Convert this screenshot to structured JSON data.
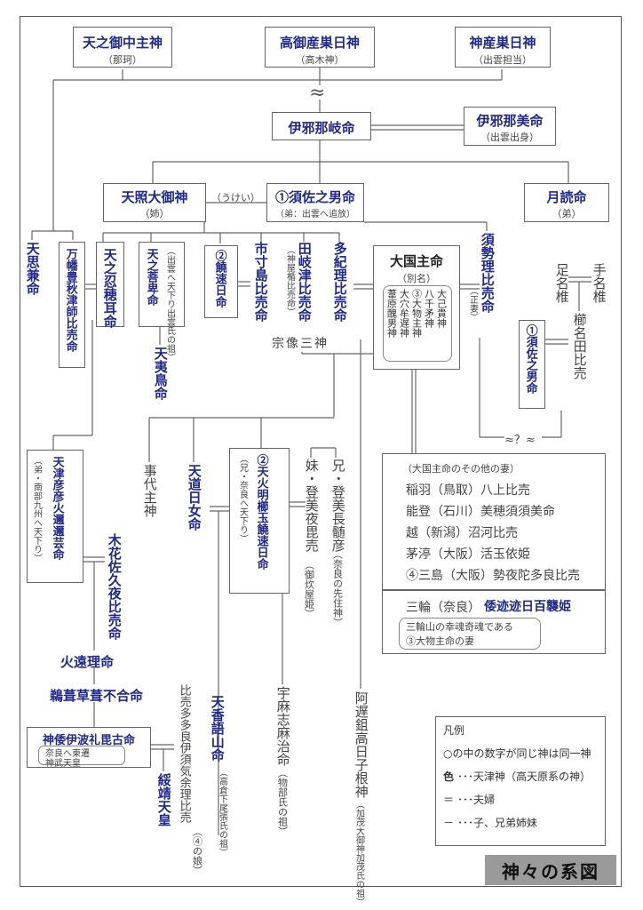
{
  "top": {
    "ame": {
      "name": "天之御中主神",
      "sub": "（那珂）"
    },
    "taka": {
      "name": "高御産巣日神",
      "sub": "（高木神）"
    },
    "kami": {
      "name": "神産巣日神",
      "sub": "（出雲担当）"
    },
    "squiggle": "≈"
  },
  "izanagi": {
    "name": "伊邪那岐命"
  },
  "izanami": {
    "name": "伊邪那美命",
    "sub": "（出雲出身）"
  },
  "amaterasu": {
    "name": "天照大御神",
    "sub": "（姉）"
  },
  "ukei": "（うけい）",
  "susanoo": {
    "name": "①須佐之男命",
    "sub": "（弟：出雲へ追放）"
  },
  "tsukuyomi": {
    "name": "月読命",
    "sub": "（弟）"
  },
  "col": {
    "omoikane": "天思兼命",
    "yorozuhata": "万幡豊秋津師比売命",
    "oshiho": "天之忍穂耳命",
    "hohi_paren": "（出雲へ天下り出雲氏の祖）",
    "hohi": "天之菩卑命",
    "hinatori": "天夷鳥命",
    "nigihayahi": "②饒速日命",
    "ichiki": "市寸島比売命",
    "tagitsu": "田岐津比売命",
    "tagitsu_paren": "（神屋楯比売命）",
    "takiri": "多紀理比売命",
    "munakata": "宗像三神",
    "suseri": "須勢理比売命",
    "suseri_paren": "（正妻）",
    "ashinazuchi": "足名椎",
    "tenazuchi": "手名椎",
    "kushinada": "櫛名田比売",
    "susanoo2": "①須佐之男命",
    "unknown": "≈？≈"
  },
  "okuninushi": {
    "name": "大国主命",
    "betsumei": "（別名）",
    "aliases": [
      "大己貴神",
      "八千矛神",
      "③大物主神",
      "大穴牟遅神",
      "葦原醜男神"
    ]
  },
  "gen2": {
    "ninigi": "天津彦彦火邇邇芸命",
    "ninigi_paren": "（弟・南部九州へ天下り）",
    "sakuya": "木花佐久夜比売命",
    "kotoshiro": "事代主神",
    "michihi": "天道日女命",
    "hoakari": "②天火明櫛玉饒速日命",
    "hoakari_paren": "（兄・奈良へ天下り）",
    "mikashiya": "妹・登美夜毘売",
    "mikashiya_paren": "（御炊屋姫）",
    "nagasune": "兄・登美長髄彦",
    "nagasune_paren": "（奈良の先住神）"
  },
  "wives": {
    "header": "（大国主命のその他の妻）",
    "list": [
      "稲羽（鳥取）八上比売",
      "能登（石川）美穂須須美命",
      "越（新潟）沼河比売",
      "茅渟（大阪）活玉依姫",
      "④三島（大阪）勢夜陀多良比売"
    ],
    "miwa_prefix": "三輪（奈良）",
    "miwa_name": "倭迹迹日百襲姫",
    "miwa_note1": "三輪山の幸魂奇魂である",
    "miwa_note2": "③大物主命の妻"
  },
  "gen3": {
    "hoori": "火遠理命",
    "ugaya": "鵜葺草葺不合命",
    "jimmu": "神倭伊波礼毘古命",
    "jimmu_note1": "奈良へ東遷",
    "jimmu_note2": "神武天皇",
    "suizei": "綏靖天皇",
    "hime": "比売多多良伊須気余理比売",
    "hime_paren": "（④の娘）",
    "kagoyama": "天香語山命",
    "kagoyama_paren": "（高倉下尾張氏の祖）",
    "umashimaji": "宇麻志麻治命",
    "umashimaji_paren": "（物部氏の祖）",
    "ajisuki": "阿遅鉏高日子根神",
    "ajisuki_paren": "（加茂大御神加茂氏の祖）"
  },
  "legend": {
    "title": "凡例",
    "row1": "○の中の数字が同じ神は同一神",
    "row2_mark": "色",
    "row2": "･･･天津神（高天原系の神）",
    "row3_mark": "＝",
    "row3": "･･･夫婦",
    "row4_mark": "－",
    "row4": "･･･子、兄弟姉妹"
  },
  "title": "神々の系図",
  "colors": {
    "blue": "#1f2a8a",
    "line": "#666666",
    "title_bg": "#9a9a9a"
  }
}
